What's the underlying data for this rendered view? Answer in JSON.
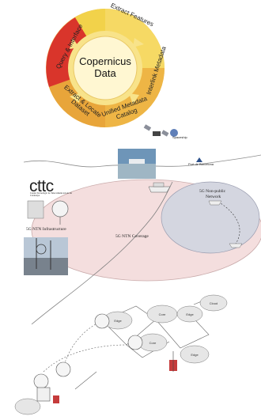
{
  "cycle": {
    "center_line1": "Copernicus",
    "center_line2": "Data",
    "steps": [
      {
        "label_line1": "Extract Features",
        "label_line2": ""
      },
      {
        "label_line1": "Interlink Metadata",
        "label_line2": ""
      },
      {
        "label_line1": "Unified Metadata",
        "label_line2": "Catalog"
      },
      {
        "label_line1": "Extract & Locate",
        "label_line2": "Dataset"
      },
      {
        "label_line1": "Query & Interface",
        "label_line2": ""
      }
    ],
    "colors": {
      "outer_a": "#f2d24a",
      "outer_b": "#e8a53a",
      "red": "#d9352b",
      "inner": "#fff7d2",
      "arrow": "#f8e38a"
    }
  },
  "network": {
    "brand": "cttc",
    "brand_sub": "Centre Tecnològic de Telecomunicacions de Catalunya",
    "spaceship_label": "Spaceship",
    "partner_label": "Port de Barcelona",
    "infrastructure_label": "5G NTN Infrastructure",
    "coverage_label": "5G NTN Coverage",
    "npn_line1": "5G Non-public",
    "npn_line2": "Network",
    "colors": {
      "coverage": "#f4dede",
      "npn": "#d4d6e0"
    }
  },
  "topology": {
    "cloud_labels": [
      "Edge",
      "Core",
      "Edge",
      "Core",
      "Edge",
      "Cloud"
    ]
  }
}
